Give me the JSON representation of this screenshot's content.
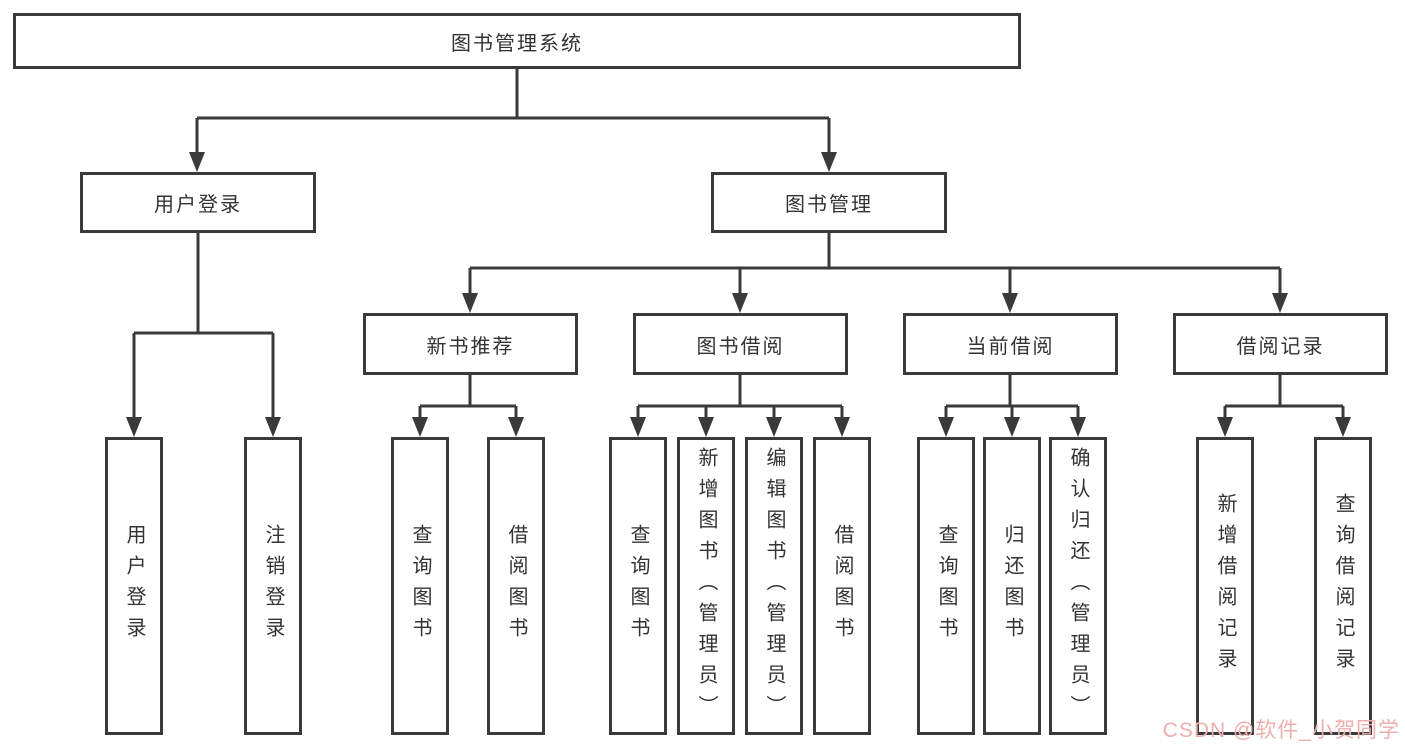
{
  "tree": {
    "root": {
      "label": "图书管理系统"
    },
    "children": [
      {
        "label": "用户登录",
        "children": [
          {
            "label": "用户登录"
          },
          {
            "label": "注销登录"
          }
        ]
      },
      {
        "label": "图书管理",
        "children": [
          {
            "label": "新书推荐",
            "children": [
              {
                "label": "查询图书"
              },
              {
                "label": "借阅图书"
              }
            ]
          },
          {
            "label": "图书借阅",
            "children": [
              {
                "label": "查询图书"
              },
              {
                "label": "新增图书（管理员）"
              },
              {
                "label": "编辑图书（管理员）"
              },
              {
                "label": "借阅图书"
              }
            ]
          },
          {
            "label": "当前借阅",
            "children": [
              {
                "label": "查询图书"
              },
              {
                "label": "归还图书"
              },
              {
                "label": "确认归还（管理员）"
              }
            ]
          },
          {
            "label": "借阅记录",
            "children": [
              {
                "label": "新增借阅记录"
              },
              {
                "label": "查询借阅记录"
              }
            ]
          }
        ]
      }
    ]
  },
  "watermark": {
    "text": "CSDN @软件_小贺同学"
  },
  "colors": {
    "line": "#3a3a3a",
    "box_border": "#3a3a3a",
    "text": "#333333",
    "watermark": "#efaeae",
    "background": "#ffffff"
  }
}
